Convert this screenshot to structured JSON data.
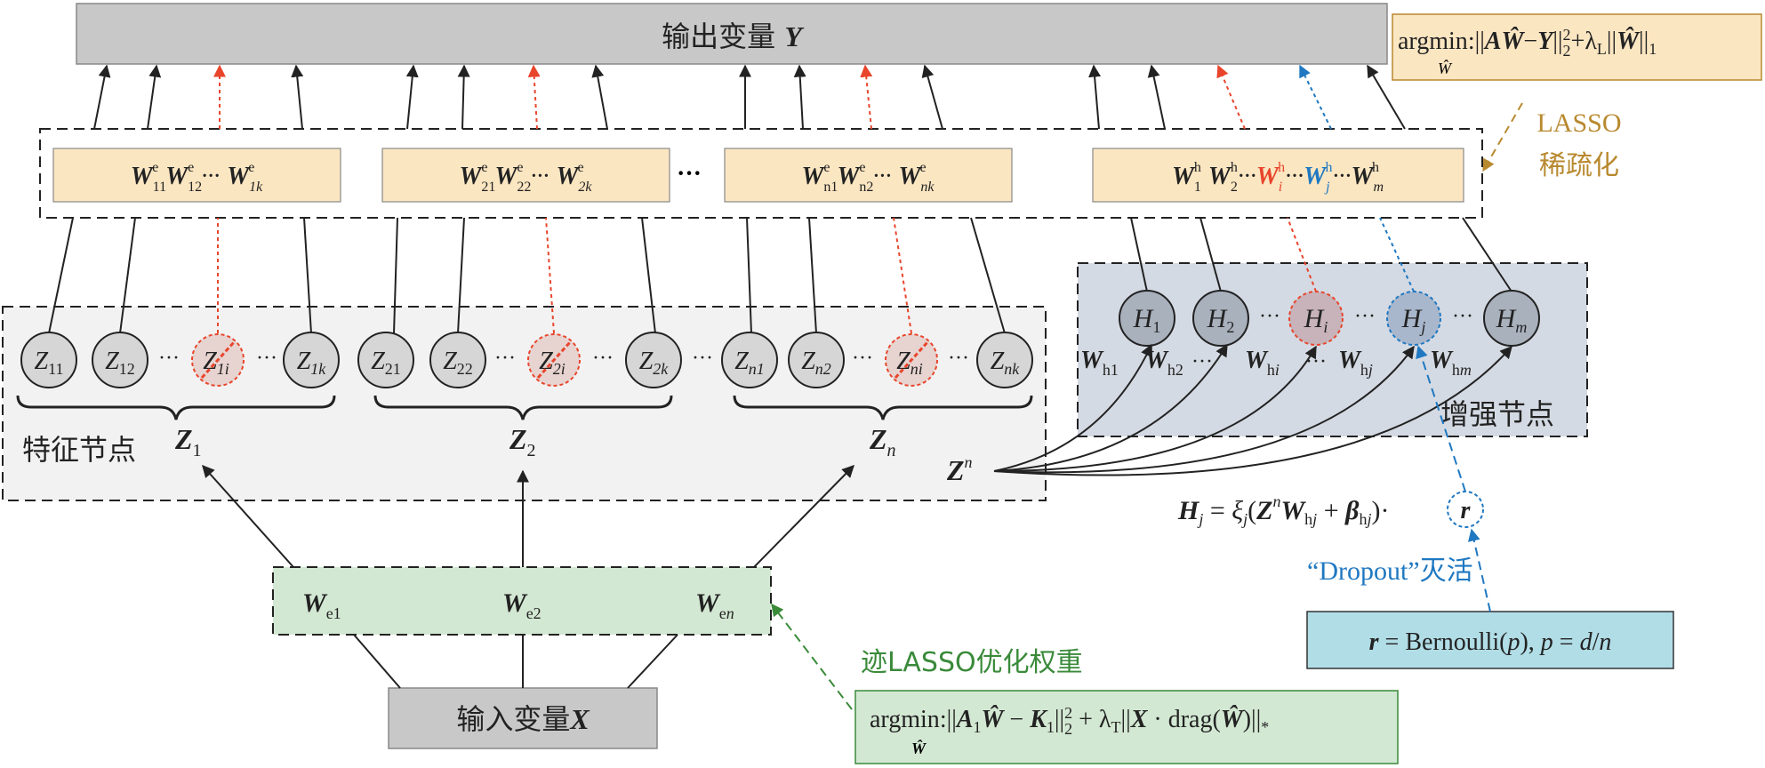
{
  "output_box": {
    "label": "输出变量 ",
    "var": "Y"
  },
  "input_box": {
    "label": "输入变量",
    "var": "X"
  },
  "feature_area_label": "特征节点",
  "enhance_area_label": "增强节点",
  "lasso_formula": {
    "argmin": "argmin",
    "sub": "Ŵ",
    "body": ":||AŴ−Y||²₂+λ_L||Ŵ||₁"
  },
  "lasso_label": {
    "line1": "LASSO",
    "line2": "稀疏化"
  },
  "trace_lasso_label": "迹LASSO优化权重",
  "trace_formula": {
    "argmin": "argmin",
    "sub": "Ŵ",
    "body": ":||A₁Ŵ−K₁||²₂+λ_T||X·drag(Ŵ)||_*"
  },
  "dropout_label": "“Dropout”灭活",
  "bernoulli": "r = Bernoulli(p), p = d/n",
  "hj_formula": "H_j = ξ_j(Z^n W_hj + β_hj)·r",
  "r_node": "r",
  "ellipsis": "···",
  "groups": [
    {
      "nodes": [
        "Z11",
        "Z12",
        "Z1i",
        "Z1k"
      ],
      "label": "Z1",
      "w": [
        "W11e",
        "W12e",
        "···",
        "W1ke"
      ],
      "we": "We1"
    },
    {
      "nodes": [
        "Z21",
        "Z22",
        "Z2i",
        "Z2k"
      ],
      "label": "Z2",
      "w": [
        "W21e",
        "W22e",
        "···",
        "W2ke"
      ],
      "we": "We2"
    },
    {
      "nodes": [
        "Zn1",
        "Zn2",
        "Zni",
        "Znk"
      ],
      "label": "Zn",
      "w": [
        "Wn1e",
        "Wn2e",
        "···",
        "Wnke"
      ],
      "we": "Wen"
    }
  ],
  "enhance_nodes": [
    "H1",
    "H2",
    "Hi",
    "Hj",
    "Hm"
  ],
  "enhance_weights": [
    "Wh1",
    "Wh2",
    "Whi",
    "Whj",
    "Whm"
  ],
  "zn_label": "Zn",
  "colors": {
    "red": "#e8452c",
    "blue": "#1f78c1",
    "gold": "#b8892f",
    "green": "#3a8a3a",
    "beige": "#fbe6c2",
    "gray": "#c8c8c8",
    "lightgreen": "#d3e8d3",
    "lightblue": "#b1dde6",
    "enhancebg": "#d4dae3"
  }
}
